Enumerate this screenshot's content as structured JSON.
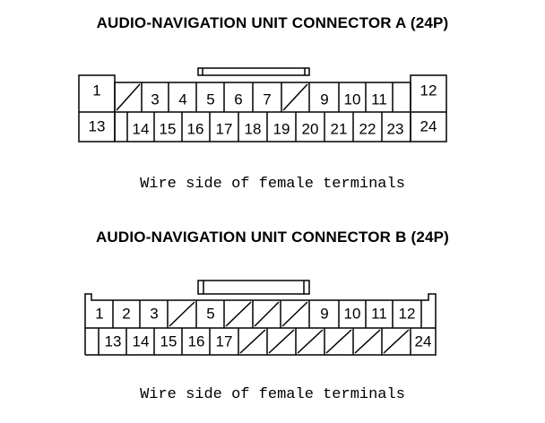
{
  "connector_a": {
    "title": "AUDIO-NAVIGATION UNIT CONNECTOR A (24P)",
    "caption": "Wire side of female terminals",
    "top_row": [
      "1",
      "",
      "3",
      "4",
      "5",
      "6",
      "7",
      "",
      "9",
      "10",
      "11",
      "12"
    ],
    "bottom_row": [
      "13",
      "",
      "14",
      "15",
      "16",
      "17",
      "18",
      "19",
      "20",
      "21",
      "22",
      "23",
      "24"
    ],
    "empty_cavities": [
      "top:2",
      "top:8"
    ]
  },
  "connector_b": {
    "title": "AUDIO-NAVIGATION UNIT CONNECTOR B (24P)",
    "caption": "Wire side of female terminals",
    "top_row": [
      "1",
      "2",
      "3",
      "",
      "5",
      "",
      "",
      "",
      "9",
      "10",
      "11",
      "12"
    ],
    "bottom_row": [
      "",
      "13",
      "14",
      "15",
      "16",
      "17",
      "",
      "",
      "",
      "",
      "",
      "",
      "24"
    ],
    "empty_cavities": [
      "top:4",
      "top:6",
      "top:7",
      "top:8",
      "bottom:18",
      "bottom:19",
      "bottom:20",
      "bottom:21",
      "bottom:22",
      "bottom:23"
    ]
  },
  "colors": {
    "line": "#000000",
    "background": "#ffffff"
  }
}
